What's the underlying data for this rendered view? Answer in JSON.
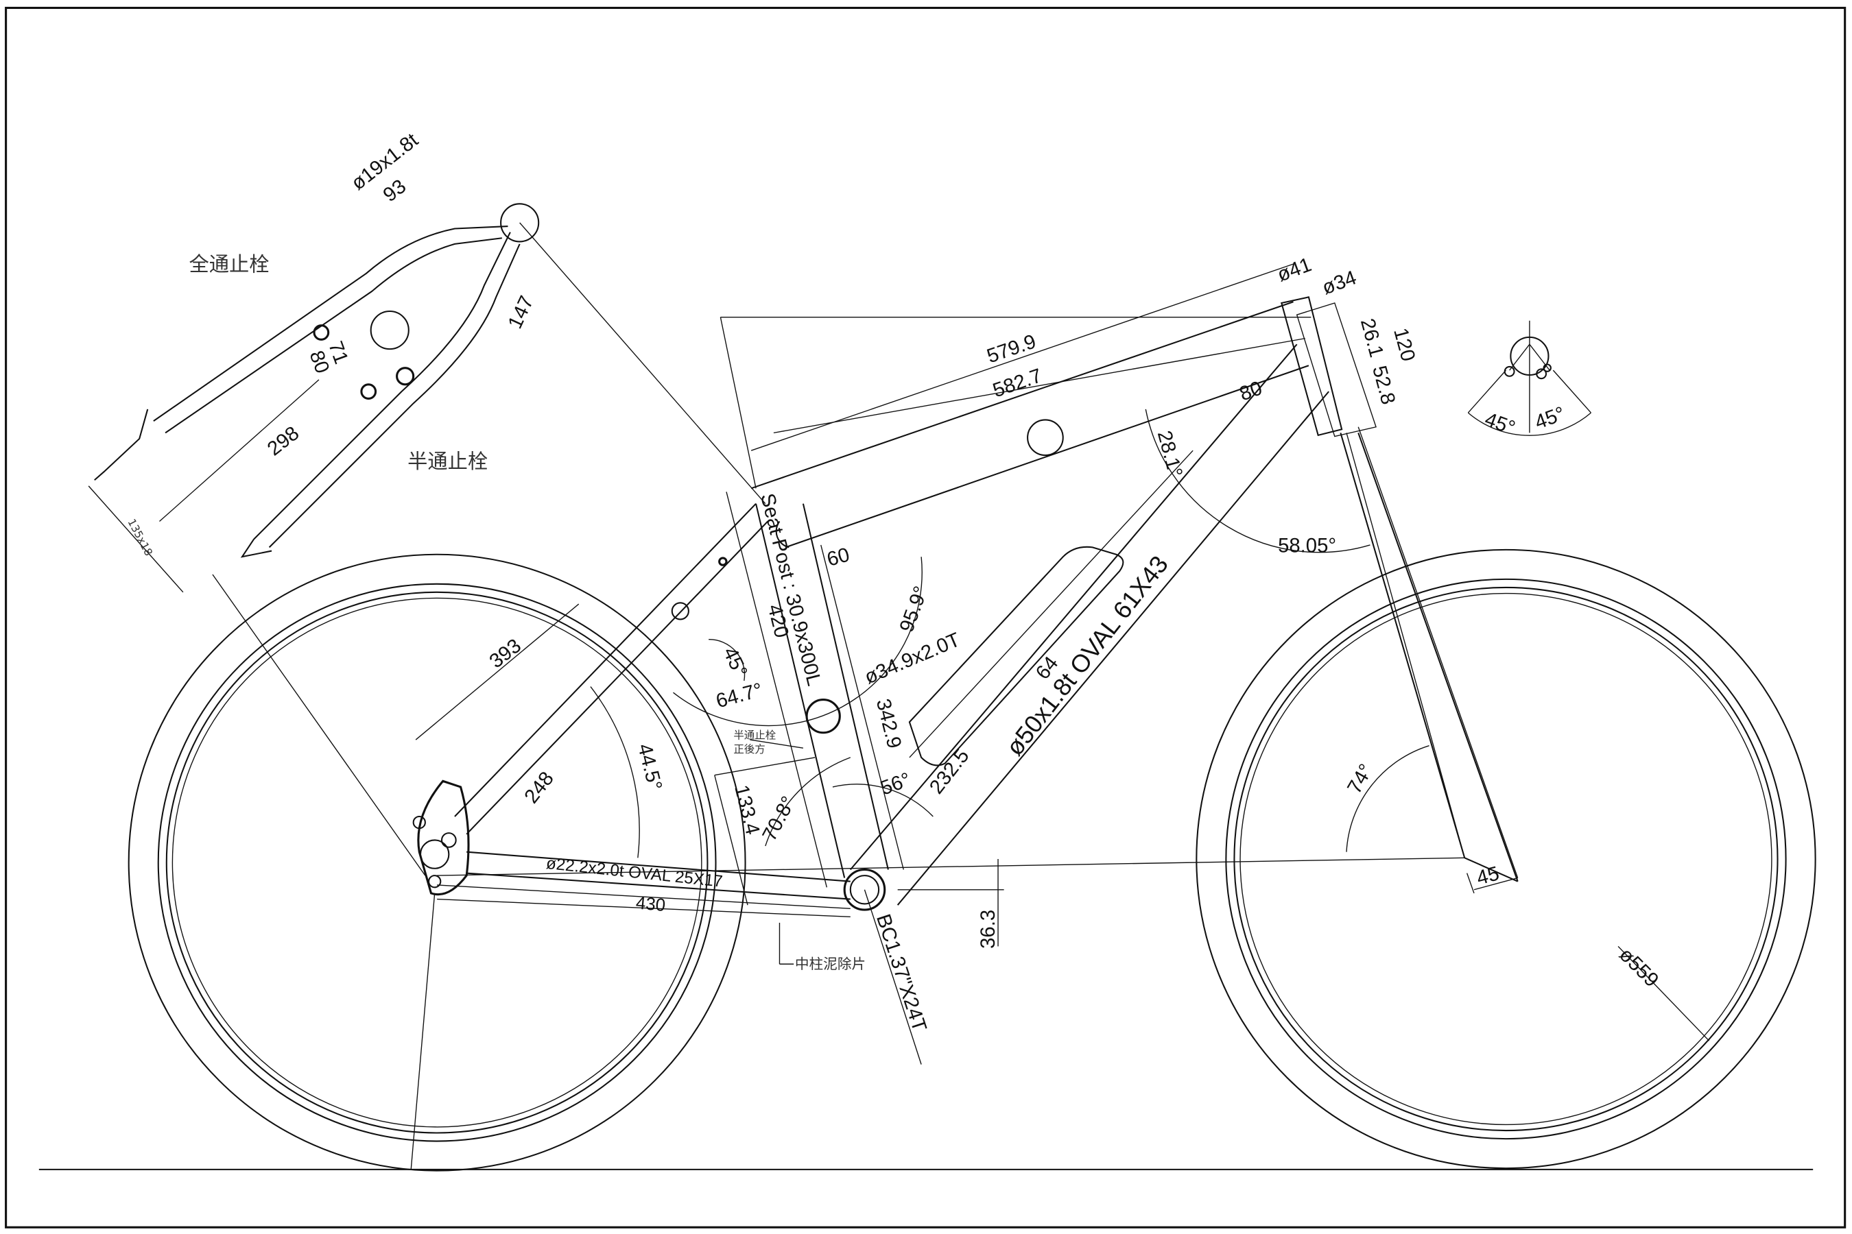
{
  "drawing": {
    "rack": {
      "tube_dia": "ø19x1.8t",
      "width_top": "93",
      "depth": "147",
      "dim_71": "71",
      "dim_80": "80",
      "length": "298",
      "bottom_dim": "135x18",
      "note_full_boss": "全通止栓",
      "note_half_boss": "半通止栓"
    },
    "top_tube": {
      "length_outer": "579.9",
      "length_inner": "582.7",
      "boss_spacing": "80"
    },
    "head_tube": {
      "dia_outer": "ø41",
      "dia_inner": "ø34",
      "dim_a": "26.1",
      "dim_b": "52.8",
      "length": "120",
      "angle_left": "45°",
      "angle_right": "45°",
      "angle_top": "28.1°",
      "angle_front": "58.05°"
    },
    "seat_tube": {
      "seat_post": "Seat Post : 30.9x300L",
      "boss_60": "60",
      "angle": "95.9°",
      "tube_dia": "ø34.9x2.0T",
      "length": "420",
      "length_ct": "342.9",
      "angle_45": "45°",
      "angle_64": "64.7°",
      "note_half_boss": "半通止栓",
      "note_rear": "正後方"
    },
    "down_tube": {
      "spec": "ø50x1.8t OVAL 61X43",
      "boss_spacing": "64",
      "length": "232.5",
      "angle": "56°"
    },
    "rear": {
      "seat_stay": "393",
      "stay_248": "248",
      "angle_44": "44.5°",
      "dim_133": "133.4",
      "angle_70": "70.8°",
      "chainstay_spec": "ø22.2x2.0t OVAL 25X17",
      "chainstay_length": "430",
      "bb_drop": "36.3",
      "bb_spec": "BC1.37\"X24T",
      "note_fender": "中柱泥除片"
    },
    "front": {
      "head_angle": "74°",
      "offset": "45",
      "wheel_dia": "ø559"
    }
  }
}
